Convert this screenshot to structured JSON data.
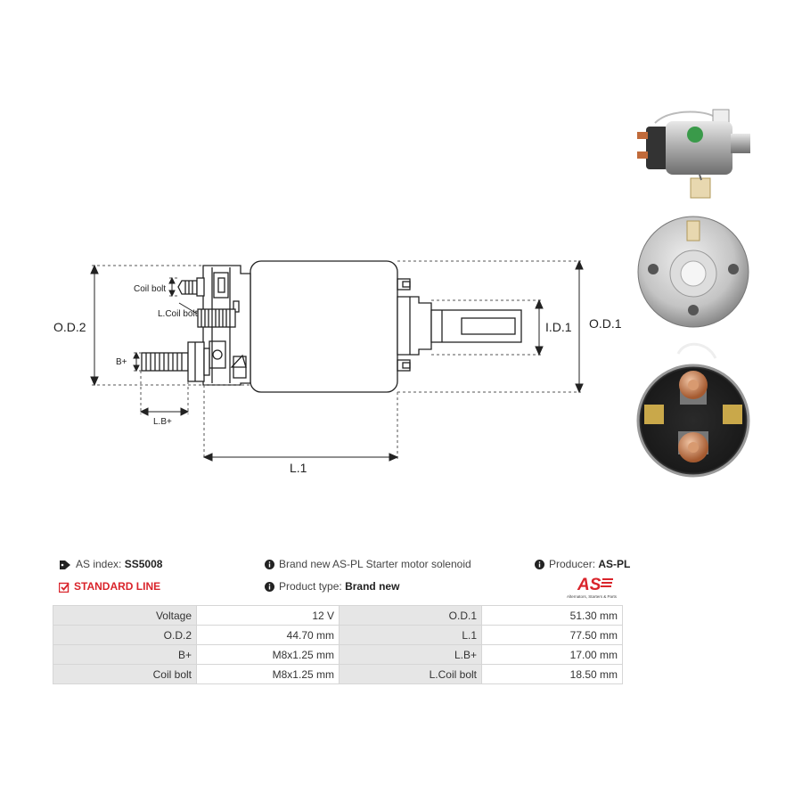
{
  "diagram": {
    "labels": {
      "coil_bolt": "Coil bolt",
      "l_coil_bolt": "L.Coil bolt",
      "b_plus": "B+",
      "l_b_plus": "L.B+",
      "od2": "O.D.2",
      "od1": "O.D.1",
      "id1": "I.D.1",
      "l1": "L.1"
    }
  },
  "photos": [
    {
      "name": "solenoid-side-photo"
    },
    {
      "name": "solenoid-rear-photo"
    },
    {
      "name": "solenoid-terminal-photo"
    }
  ],
  "info": {
    "as_index_label": "AS index:",
    "as_index_value": "SS5008",
    "standard_line": "STANDARD LINE",
    "description": "Brand new AS-PL Starter motor solenoid",
    "product_type_label": "Product type:",
    "product_type_value": "Brand new",
    "producer_label": "Producer:",
    "producer_value": "AS-PL",
    "logo_text": "AS",
    "logo_tagline": "Alternators, Starters & Parts"
  },
  "specs": [
    {
      "l1": "Voltage",
      "v1": "12 V",
      "l2": "O.D.1",
      "v2": "51.30 mm"
    },
    {
      "l1": "O.D.2",
      "v1": "44.70 mm",
      "l2": "L.1",
      "v2": "77.50 mm"
    },
    {
      "l1": "B+",
      "v1": "M8x1.25 mm",
      "l2": "L.B+",
      "v2": "17.00 mm"
    },
    {
      "l1": "Coil bolt",
      "v1": "M8x1.25 mm",
      "l2": "L.Coil bolt",
      "v2": "18.50 mm"
    }
  ],
  "colors": {
    "accent_red": "#d9242b",
    "line": "#222222",
    "table_label_bg": "#e6e6e6"
  }
}
